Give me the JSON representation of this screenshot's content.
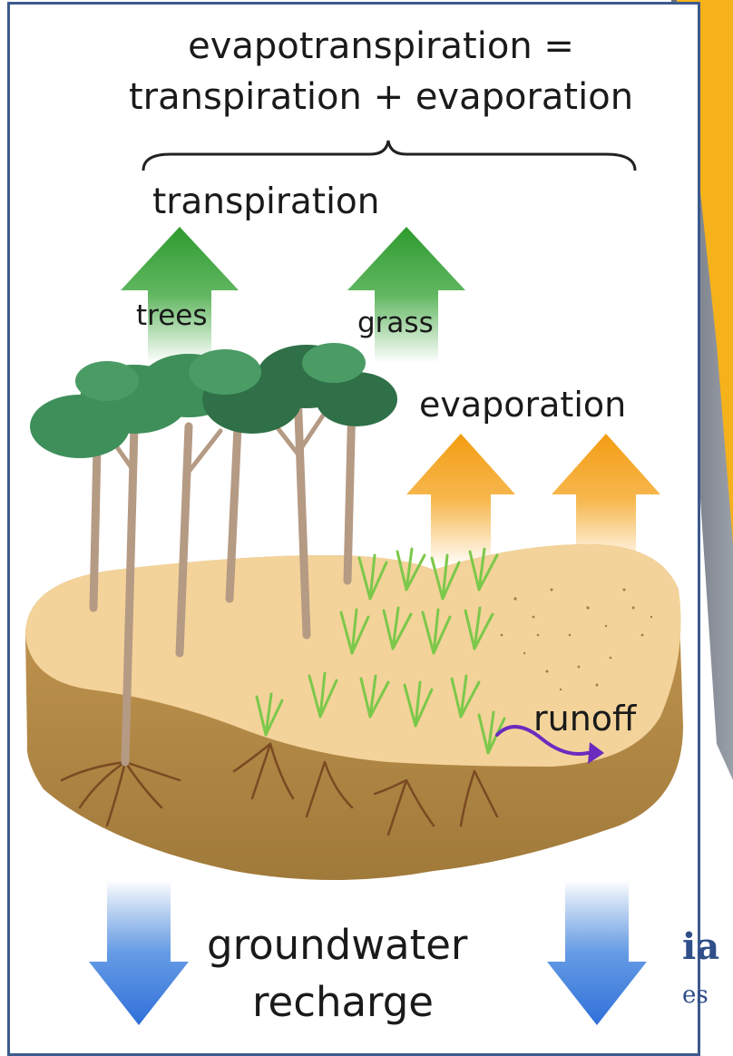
{
  "formula": {
    "line1": "evapotranspiration =",
    "line2": "transpiration + evaporation"
  },
  "labels": {
    "transpiration": "transpiration",
    "trees": "trees",
    "grass": "grass",
    "evaporation": "evaporation",
    "runoff": "runoff",
    "groundwater": "groundwater",
    "recharge": "recharge"
  },
  "edge_text": {
    "fragment_a": "ia",
    "fragment_b": "es"
  },
  "colors": {
    "panel_border": "#3c5a8c",
    "transpiration_arrow": "#3aa53a",
    "evaporation_arrow": "#f5a623",
    "groundwater_arrow": "#3a7bd5",
    "runoff_arrow": "#6a2bbf",
    "soil_top": "#f3d39a",
    "soil_side": "#b58a45",
    "slide_accent": "#f6b21a"
  },
  "icons": [
    "brace-icon",
    "tree-icon",
    "grass-icon",
    "root-icon",
    "arrow-up-icon",
    "arrow-down-icon",
    "curved-arrow-icon"
  ]
}
